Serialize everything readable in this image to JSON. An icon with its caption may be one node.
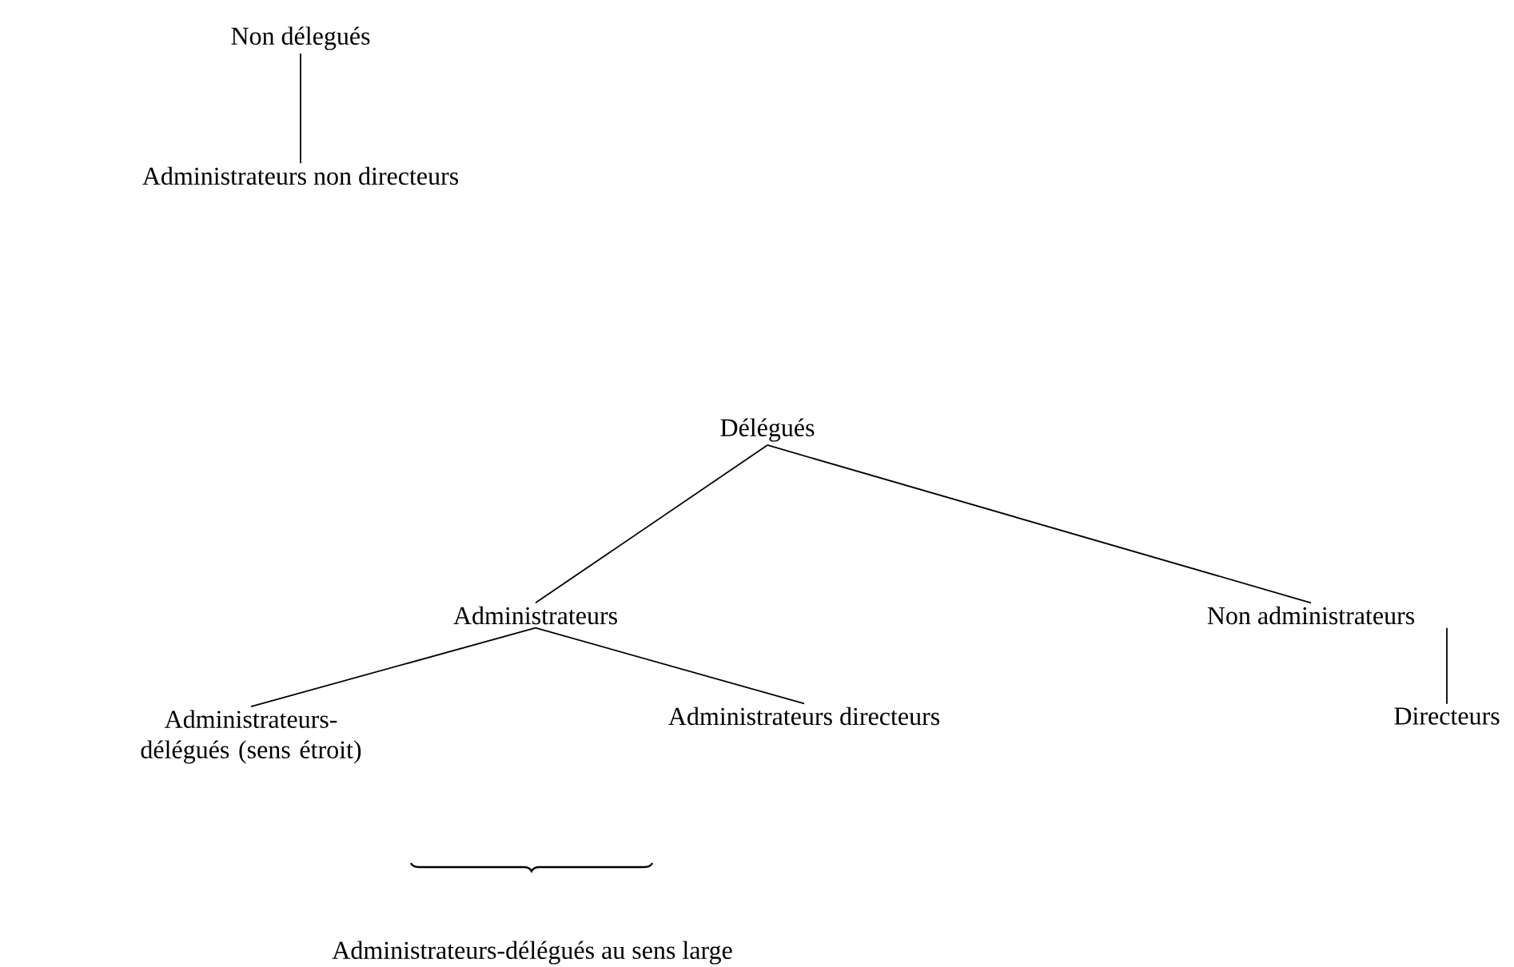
{
  "diagram": {
    "nodes": [
      {
        "text": [
          "Non délegués"
        ]
      },
      {
        "text": [
          "Administrateurs non directeurs"
        ]
      },
      {
        "text": [
          "Délégués"
        ]
      },
      {
        "text": [
          "Administrateurs"
        ]
      },
      {
        "text": [
          "Non administrateurs"
        ]
      },
      {
        "text": [
          "Administrateurs-délégués (sens étroit)"
        ]
      },
      {
        "text": [
          "Administrateurs directeurs"
        ]
      },
      {
        "text": [
          "Directeurs"
        ]
      }
    ],
    "edges": [
      {
        "from": 0,
        "to": 1,
        "arrow": "none"
      },
      {
        "from": 2,
        "to": 3,
        "arrow": "none"
      },
      {
        "from": 2,
        "to": 4,
        "arrow": "none"
      },
      {
        "from": 3,
        "to": 5,
        "arrow": "none"
      },
      {
        "from": 3,
        "to": 6,
        "arrow": "none"
      },
      {
        "from": 4,
        "to": 7,
        "arrow": "none"
      }
    ],
    "labels": [
      "Administrateurs-délégués au sens large"
    ]
  }
}
